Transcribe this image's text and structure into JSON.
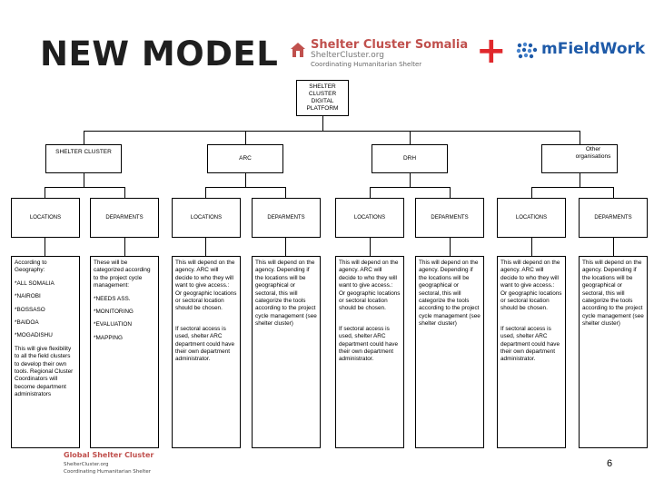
{
  "title": "NEW MODEL",
  "logos": {
    "shelter_cluster_title": "Shelter Cluster Somalia",
    "shelter_cluster_url": "ShelterCluster.org",
    "shelter_cluster_tagline": "Coordinating Humanitarian Shelter",
    "plus": "+",
    "mfieldwork": "mFieldWork"
  },
  "top_node": "SHELTER CLUSTER DIGITAL PLATFORM",
  "level2": {
    "shelter_cluster": "SHELTER CLUSTER",
    "arc": "ARC",
    "drh": "DRH",
    "other": "Other organisations"
  },
  "level3": {
    "c1": "LOCATIONS",
    "c2": "DEPARMENTS",
    "c3": "LOCATIONS",
    "c4": "DEPARMENTS",
    "c5": "LOCATIONS",
    "c6": "DEPARMENTS",
    "c7": "LOCATIONS",
    "c8": "DEPARMENTS"
  },
  "details": {
    "c1": {
      "intro": "According to Geography:",
      "items": [
        "*ALL SOMALIA",
        "*NAIROBI",
        "*BOSSASO",
        "*BAIDOA",
        "*MOGADISHU"
      ],
      "outro": "This will give flexibility to all the field clusters to develop their own tools. Regional Cluster Coordinators will become department administrators"
    },
    "c2": {
      "intro": "These will be categorized according to the project cycle management:",
      "items": [
        "*NEEDS ASS.",
        "*MONITORING",
        "*EVALUATION",
        "*MAPPING"
      ]
    },
    "c3": {
      "p1": "This will depend on the agency. ARC will decide to who they will want to give access.: Or geographic locations or sectoral location should be chosen.",
      "p2": "If sectoral access is used, shelter ARC department could have their own department administrator."
    },
    "c4": {
      "p1": "This will depend on the agency. Depending if the locations will be geographical or sectoral, this will categorize the tools according to the project cycle management (see shelter cluster)"
    },
    "c5": {
      "p1": "This will depend on the agency. ARC will decide to who they will want to give access.: Or geographic locations or sectoral location should be chosen.",
      "p2": "If sectoral access is used, shelter ARC department could have their own department administrator."
    },
    "c6": {
      "p1": "This will depend on the agency. Depending if the locations will be geographical or sectoral, this will categorize the tools according to the project cycle management (see shelter cluster)"
    },
    "c7": {
      "p1": "This will depend on the agency. ARC will decide to who they will want to give access.: Or geographic locations or sectoral location should be chosen.",
      "p2": "If sectoral access is used, shelter ARC department could have their own department administrator."
    },
    "c8": {
      "p1": "This will depend on the agency. Depending if the locations will be geographical or sectoral, this will categorize the tools according to the project cycle management (see shelter cluster)"
    }
  },
  "footer": {
    "gsc_title": "Global Shelter Cluster",
    "gsc_url": "ShelterCluster.org",
    "gsc_tagline": "Coordinating Humanitarian Shelter",
    "page_number": "6"
  },
  "colors": {
    "accent_red": "#c0504d",
    "plus_red": "#e0282c",
    "mfieldwork_blue": "#1e5aa8"
  }
}
